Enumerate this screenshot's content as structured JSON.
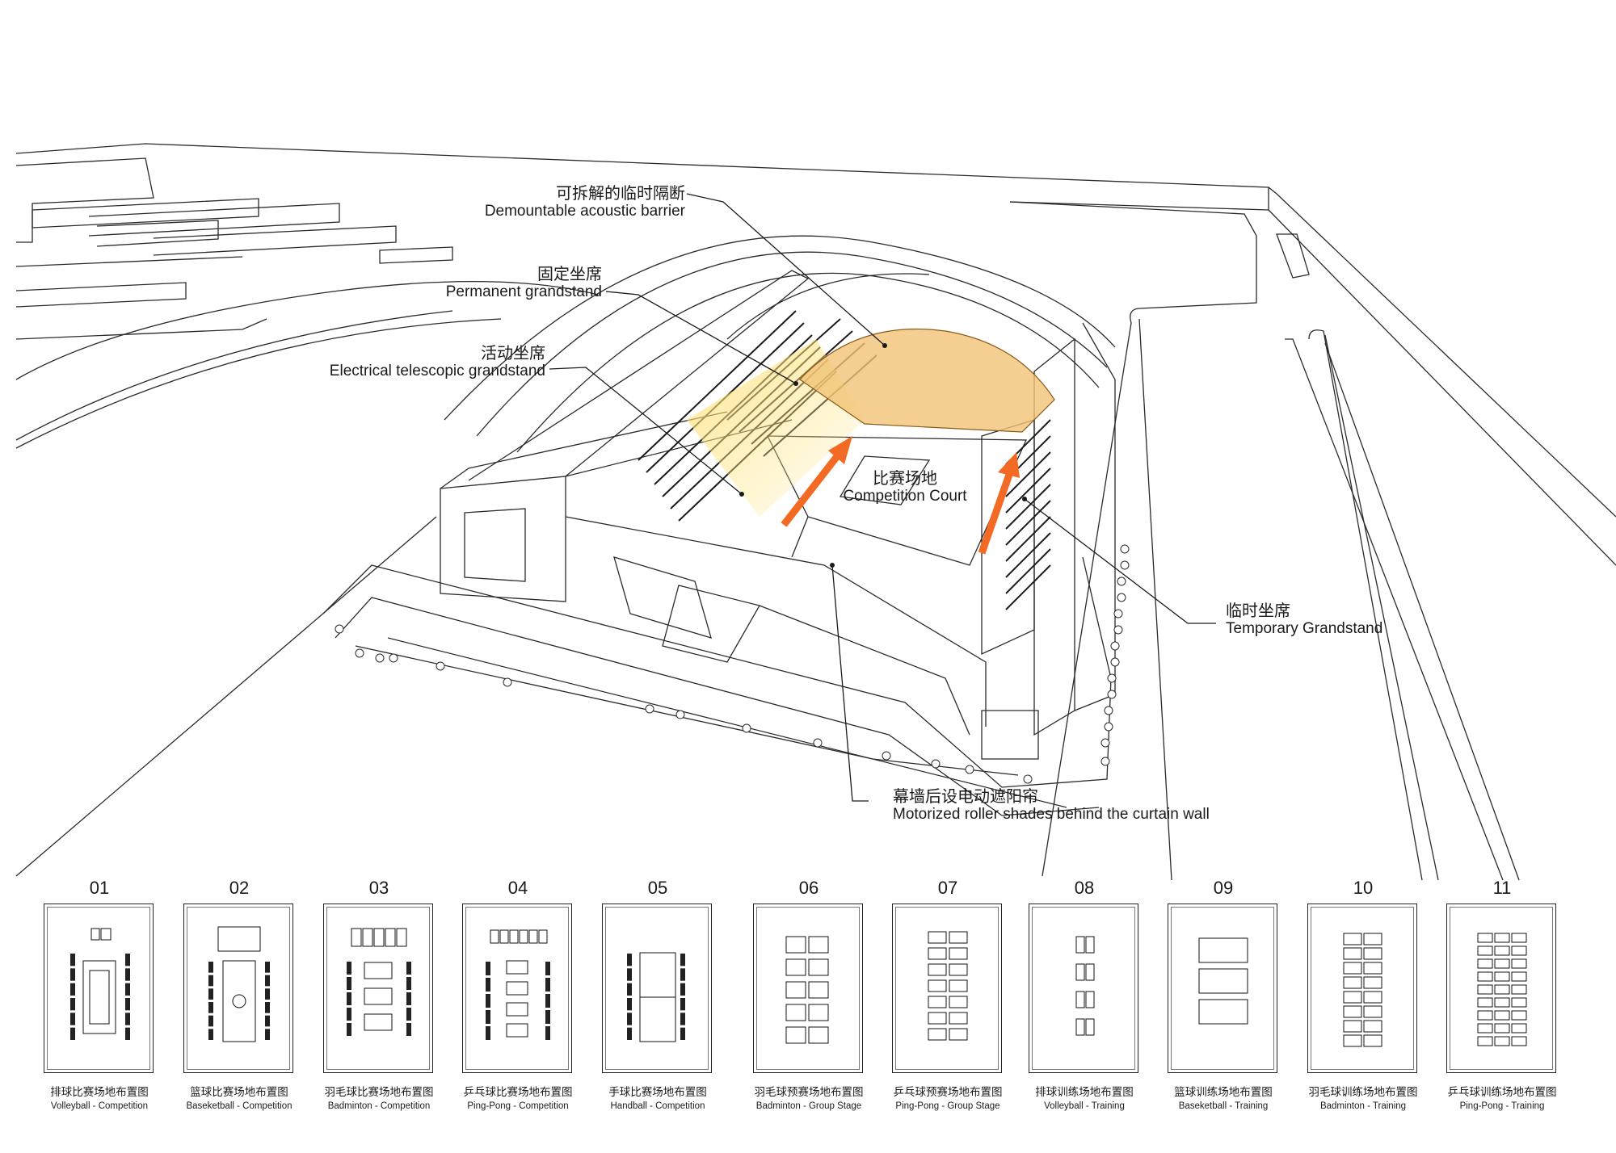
{
  "annotations": [
    {
      "id": "acoustic-barrier",
      "zh": "可拆解的临时隔断",
      "en": "Demountable acoustic barrier"
    },
    {
      "id": "permanent-grandstand",
      "zh": "固定坐席",
      "en": "Permanent grandstand"
    },
    {
      "id": "telescopic-grandstand",
      "zh": "活动坐席",
      "en": "Electrical telescopic grandstand"
    },
    {
      "id": "competition-court",
      "zh": "比赛场地",
      "en": "Competition Court"
    },
    {
      "id": "temporary-grandstand",
      "zh": "临时坐席",
      "en": "Temporary Grandstand"
    },
    {
      "id": "roller-shades",
      "zh": "幕墙后设电动遮阳帘",
      "en": "Motorized roller shades behind the curtain wall"
    }
  ],
  "colors": {
    "partition_fill": "#f1c376",
    "arrow": "#f26a23",
    "line": "#2a2a2a"
  },
  "panels": [
    {
      "num": "01",
      "zh": "排球比赛场地布置图",
      "en": "Volleyball - Competition",
      "layout": "volleyball-competition"
    },
    {
      "num": "02",
      "zh": "篮球比赛场地布置图",
      "en": "Baseketball - Competition",
      "layout": "basketball-competition"
    },
    {
      "num": "03",
      "zh": "羽毛球比赛场地布置图",
      "en": "Badminton - Competition",
      "layout": "badminton-competition"
    },
    {
      "num": "04",
      "zh": "乒乓球比赛场地布置图",
      "en": "Ping-Pong - Competition",
      "layout": "pingpong-competition"
    },
    {
      "num": "05",
      "zh": "手球比赛场地布置图",
      "en": "Handball - Competition",
      "layout": "handball-competition"
    },
    {
      "num": "06",
      "zh": "羽毛球预赛场地布置图",
      "en": "Badminton - Group Stage",
      "layout": "badminton-group"
    },
    {
      "num": "07",
      "zh": "乒乓球预赛场地布置图",
      "en": "Ping-Pong - Group Stage",
      "layout": "pingpong-group"
    },
    {
      "num": "08",
      "zh": "排球训练场地布置图",
      "en": "Volleyball - Training",
      "layout": "volleyball-training"
    },
    {
      "num": "09",
      "zh": "篮球训练场地布置图",
      "en": "Baseketball - Training",
      "layout": "basketball-training"
    },
    {
      "num": "10",
      "zh": "羽毛球训练场地布置图",
      "en": "Badminton - Training",
      "layout": "badminton-training"
    },
    {
      "num": "11",
      "zh": "乒乓球训练场地布置图",
      "en": "Ping-Pong - Training",
      "layout": "pingpong-training"
    }
  ]
}
